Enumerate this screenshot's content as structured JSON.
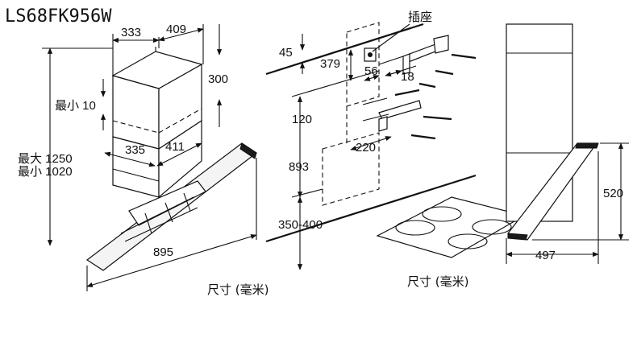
{
  "model": "LS68FK956W",
  "left_view": {
    "labels": {
      "w_top_front": "333",
      "w_top_side": "409",
      "h_top": "300",
      "min_label": "最小 10",
      "w_mid_front": "335",
      "w_mid_side": "411",
      "max_label": "最大 1250",
      "min_label_2": "最小 1020",
      "width": "895"
    },
    "caption": "尺寸 (毫米)"
  },
  "middle_view": {
    "labels": {
      "socket": "插座",
      "d45": "45",
      "d379": "379",
      "d56": "56",
      "d18": "18",
      "d120": "120",
      "d220": "220",
      "d893": "893",
      "d350_400": "350-400"
    },
    "caption": "尺寸 (毫米)"
  },
  "right_view": {
    "labels": {
      "h520": "520",
      "w497": "497"
    }
  }
}
